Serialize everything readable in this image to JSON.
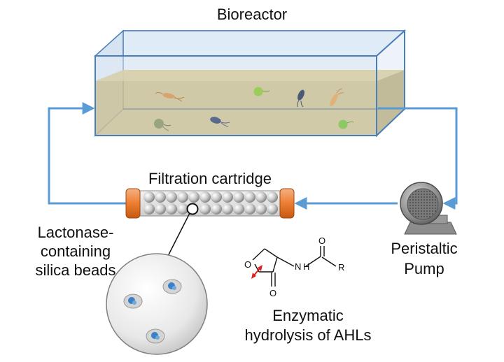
{
  "labels": {
    "bioreactor": "Bioreactor",
    "filtration_cartridge": "Filtration cartridge",
    "beads_line1": "Lactonase-",
    "beads_line2": "containing",
    "beads_line3": "silica beads",
    "pump_line1": "Peristaltic",
    "pump_line2": "Pump",
    "reaction_line1": "Enzymatic",
    "reaction_line2": "hydrolysis of AHLs"
  },
  "molecule": {
    "atom_o_ring": "O",
    "atom_o_carbonyl": "O",
    "atom_o_amide": "O",
    "atom_n": "N",
    "atom_h": "H",
    "atom_r": "R"
  },
  "colors": {
    "flow": "#5b9bd5",
    "tank_edge": "#4a7ebb",
    "liquid": "#c9c19a",
    "cartridge_cap": "#ed7d31",
    "cleavage_arrow": "#e02020"
  }
}
